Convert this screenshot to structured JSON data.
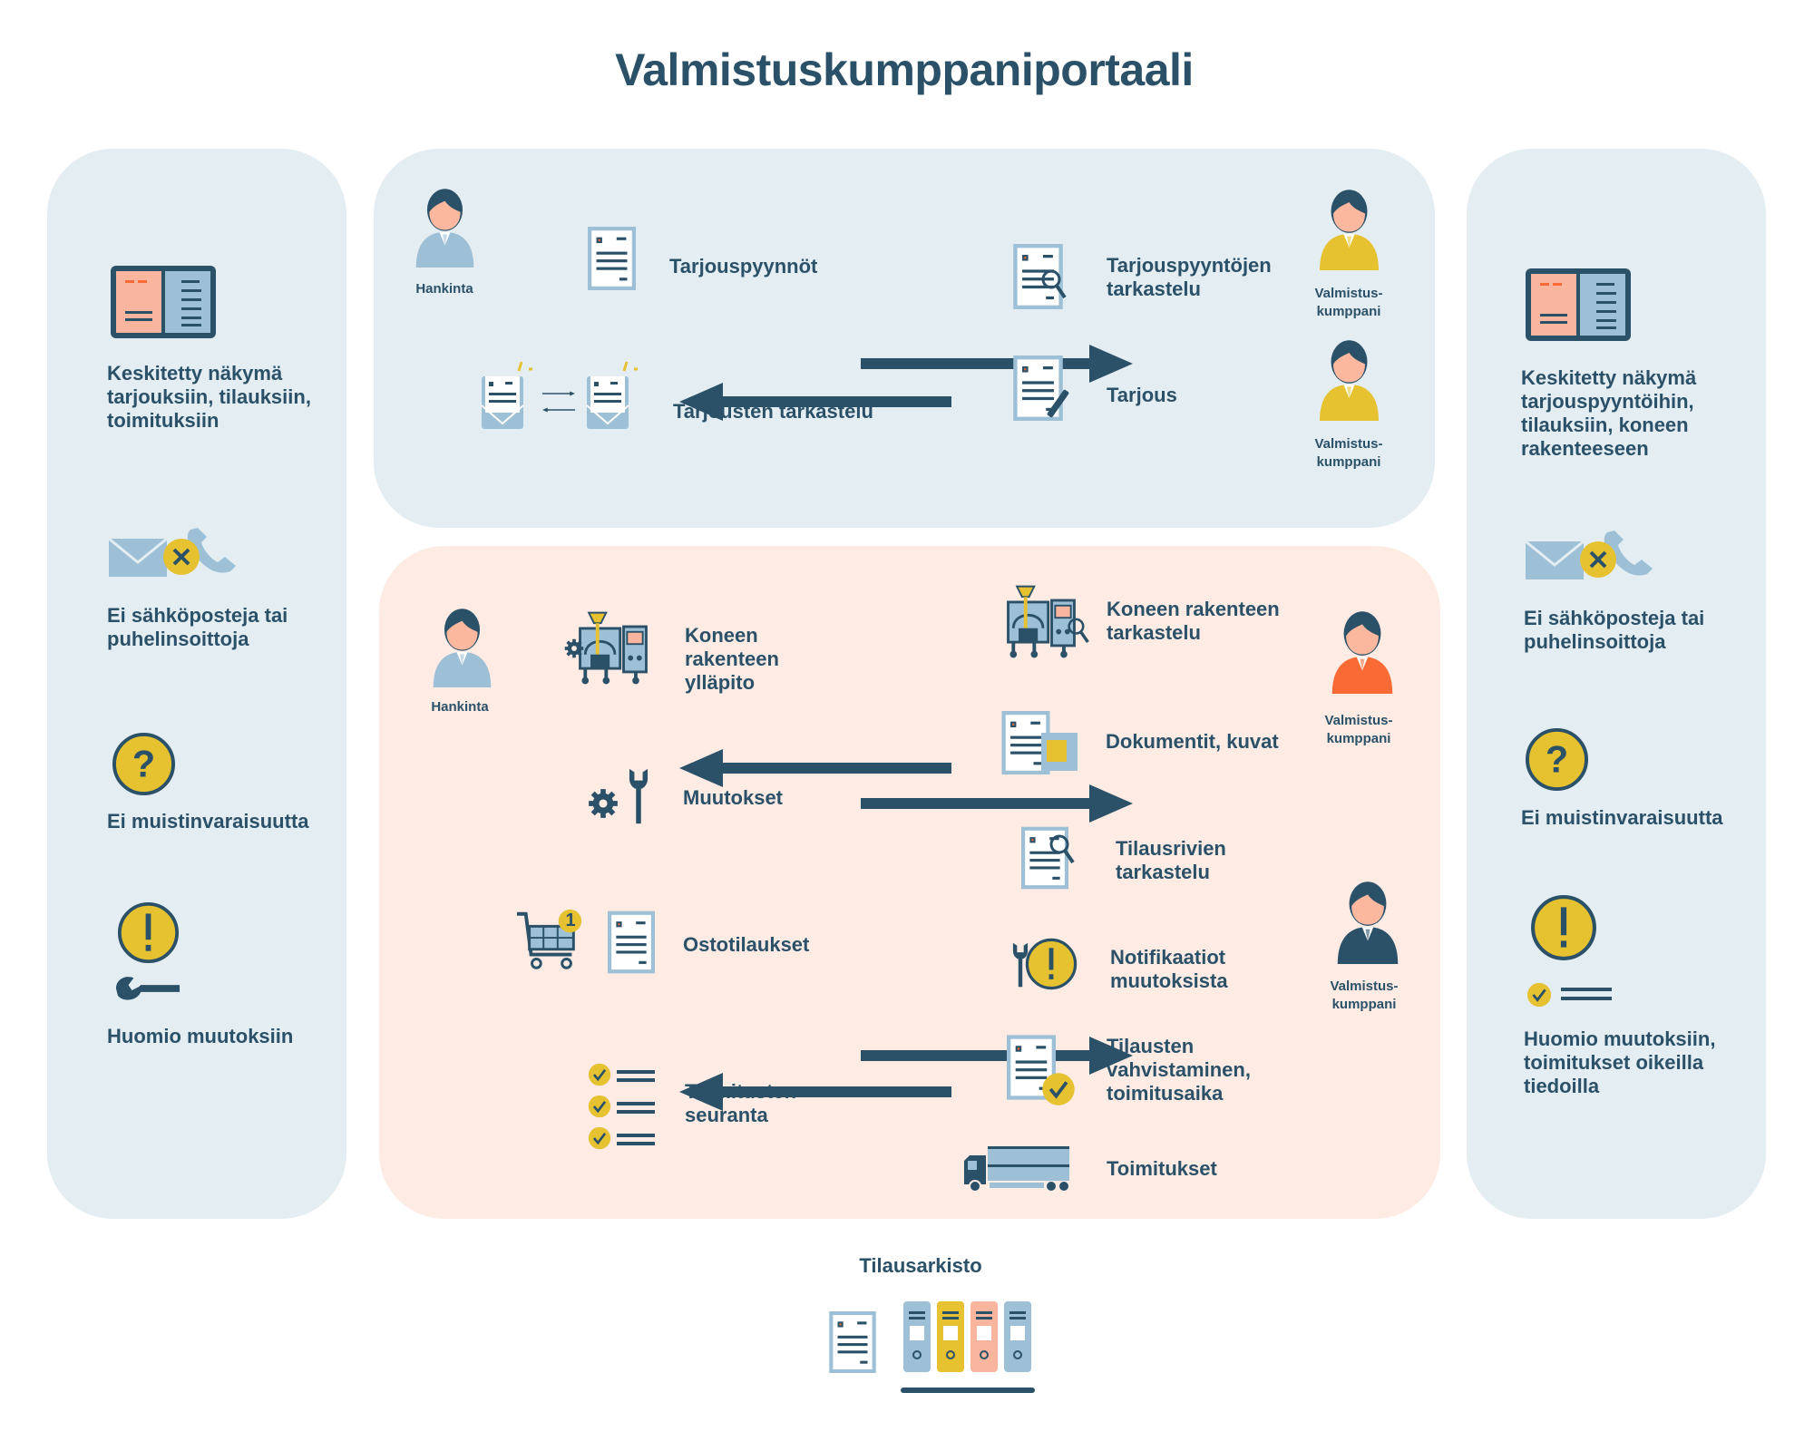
{
  "title": "Valmistuskumppaniportaali",
  "colors": {
    "dark": "#2b5169",
    "light_blue": "#9dc0d6",
    "yellow": "#e6c130",
    "orange": "#f96a35",
    "salmon": "#f9b59d",
    "panel_blue": "#e4edf2",
    "panel_pink": "#fdebe4"
  },
  "left_panel": {
    "items": [
      {
        "icon": "book-icon",
        "text": "Keskitetty näkymä tarjouksiin, tilauksiin, toimituksiin"
      },
      {
        "icon": "no-mail-phone-icon",
        "text": "Ei sähköposteja tai puhelinsoittoja"
      },
      {
        "icon": "question-icon",
        "text": "Ei muistinvaraisuutta"
      },
      {
        "icon": "exclamation-wrench-icon",
        "text": "Huomio muutoksiin"
      }
    ]
  },
  "right_panel": {
    "items": [
      {
        "icon": "book-icon",
        "text": "Keskitetty näkymä tarjouspyyntöihin, tilauksiin, koneen rakenteeseen"
      },
      {
        "icon": "no-mail-phone-icon",
        "text": "Ei sähköposteja tai puhelinsoittoja"
      },
      {
        "icon": "question-icon",
        "text": "Ei muistinvaraisuutta"
      },
      {
        "icon": "exclamation-check-icon",
        "text": "Huomio muutoksiin, toimitukset oikeilla tiedoilla"
      }
    ]
  },
  "quote_panel": {
    "buyer": "Hankinta",
    "partner": "Valmistus-\nkumppani",
    "left": [
      "Tarjouspyynnöt",
      "Tarjousten tarkastelu"
    ],
    "right": [
      "Tarjouspyyntöjen tarkastelu",
      "Tarjous"
    ]
  },
  "order_panel": {
    "buyer": "Hankinta",
    "partner": "Valmistus-\nkumppani",
    "left": [
      "Koneen rakenteen ylläpito",
      "Muutokset",
      "Ostotilaukset",
      "Toimitusten seuranta"
    ],
    "right": [
      "Koneen rakenteen tarkastelu",
      "Dokumentit, kuvat",
      "Tilausrivien tarkastelu",
      "Notifikaatiot muutoksista",
      "Tilausten vahvistaminen, toimitusaika",
      "Toimitukset"
    ],
    "cart_badge": "1"
  },
  "archive": {
    "label": "Tilausarkisto"
  }
}
